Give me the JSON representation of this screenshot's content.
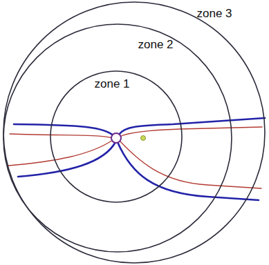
{
  "diagram": {
    "nodes": [
      {
        "text": [
          "zone 3"
        ]
      },
      {
        "text": [
          "zone 2"
        ],
        "in": 0
      },
      {
        "text": [
          "zone 1"
        ],
        "in": 1
      }
    ]
  }
}
